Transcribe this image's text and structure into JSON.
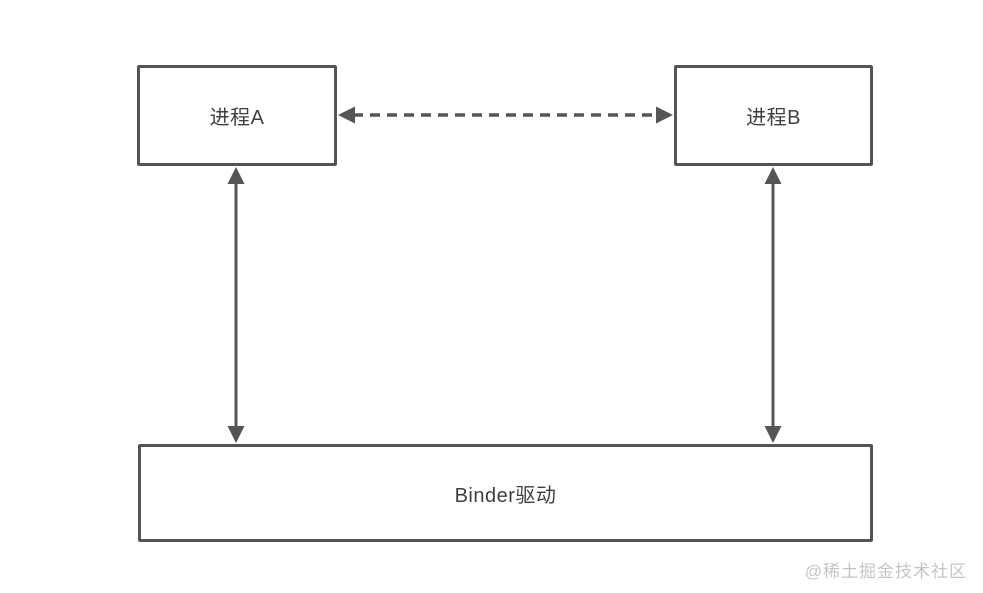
{
  "diagram": {
    "nodes": {
      "process_a": {
        "label": "进程A"
      },
      "process_b": {
        "label": "进程B"
      },
      "binder_driver": {
        "label": "Binder驱动"
      }
    },
    "edges": [
      {
        "from": "process_a",
        "to": "process_b",
        "style": "dashed",
        "direction": "both"
      },
      {
        "from": "process_a",
        "to": "binder_driver",
        "style": "solid",
        "direction": "both"
      },
      {
        "from": "process_b",
        "to": "binder_driver",
        "style": "solid",
        "direction": "both"
      }
    ],
    "colors": {
      "line": "#555555",
      "border": "#545454",
      "text": "#3f3f3f",
      "watermark": "#c5c5c5",
      "background": "#ffffff"
    },
    "watermark": "@稀土掘金技术社区"
  }
}
